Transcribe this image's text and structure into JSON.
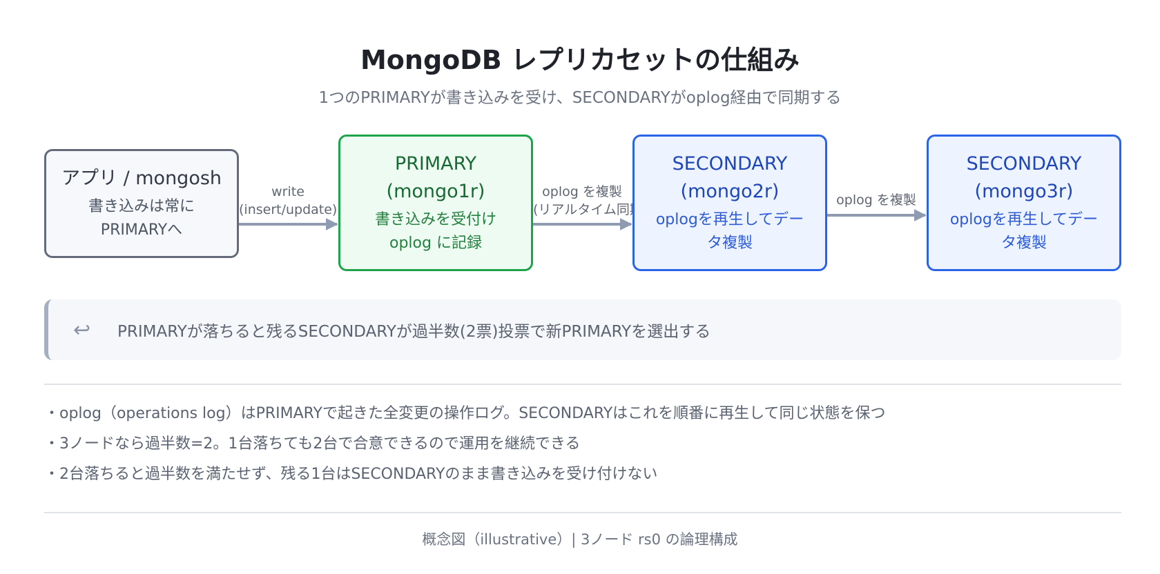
{
  "title": "MongoDB レプリカセットの仕組み",
  "subtitle": "1つのPRIMARYが書き込みを受け、SECONDARYがoplog経由で同期する",
  "nodes": {
    "app": {
      "title": "アプリ / mongosh",
      "desc_line1": "書き込みは常に",
      "desc_line2": "PRIMARYへ"
    },
    "primary": {
      "title_line1": "PRIMARY",
      "title_line2": "(mongo1r)",
      "desc_line1": "書き込みを受付け",
      "desc_line2": "oplog に記録"
    },
    "secondary1": {
      "title_line1": "SECONDARY",
      "title_line2": "(mongo2r)",
      "desc_line1": "oplogを再生してデー",
      "desc_line2": "タ複製"
    },
    "secondary2": {
      "title_line1": "SECONDARY",
      "title_line2": "(mongo3r)",
      "desc_line1": "oplogを再生してデー",
      "desc_line2": "タ複製"
    }
  },
  "edges": {
    "app_to_primary": {
      "line1": "write",
      "line2": "(insert/update)"
    },
    "primary_to_sec1": {
      "line1": "oplog を複製",
      "line2": "(リアルタイム同期)"
    },
    "sec1_to_sec2": {
      "line1": "oplog を複製"
    }
  },
  "callout": {
    "icon": "return-arrow-icon",
    "text": "PRIMARYが落ちると残るSECONDARYが過半数(2票)投票で新PRIMARYを選出する"
  },
  "notes": [
    "・oplog（operations log）はPRIMARYで起きた全変更の操作ログ。SECONDARYはこれを順番に再生して同じ状態を保つ",
    "・3ノードなら過半数=2。1台落ちても2台で合意できるので運用を継続できる",
    "・2台落ちると過半数を満たせず、残る1台はSECONDARYのまま書き込みを受け付けない"
  ],
  "footer": "概念図（illustrative）| 3ノード rs0 の論理構成",
  "colors": {
    "app_border": "#646a7a",
    "primary_border": "#1ea34a",
    "secondary_border": "#2a62e8",
    "arrow": "#8f9bb0"
  }
}
